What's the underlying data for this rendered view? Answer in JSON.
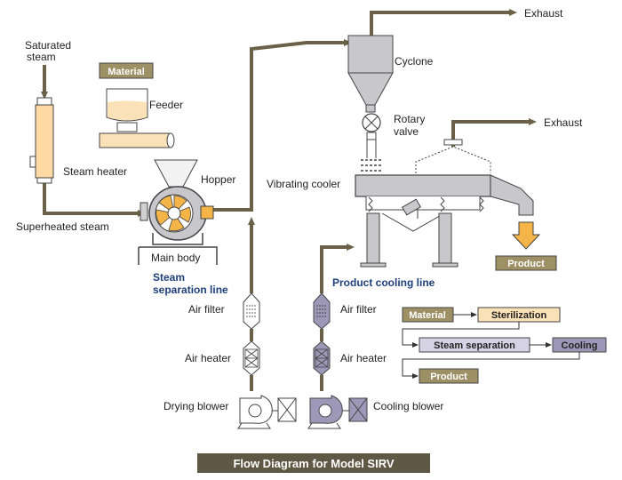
{
  "labels": {
    "saturated_steam": [
      "Saturated",
      "steam"
    ],
    "material_tag": "Material",
    "feeder": "Feeder",
    "steam_heater": "Steam heater",
    "hopper": "Hopper",
    "superheated_steam": "Superheated steam",
    "main_body": "Main body",
    "steam_separation_line": [
      "Steam",
      "separation line"
    ],
    "exhaust_top": "Exhaust",
    "cyclone": "Cyclone",
    "rotary_valve": [
      "Rotary",
      "valve"
    ],
    "exhaust_right": "Exhaust",
    "vibrating_cooler": "Vibrating cooler",
    "product_tag": "Product",
    "product_cooling_line": "Product cooling line",
    "air_filter_left": "Air filter",
    "air_heater_left": "Air heater",
    "drying_blower": "Drying blower",
    "air_filter_right": "Air filter",
    "air_heater_right": "Air heater",
    "cooling_blower": "Cooling blower"
  },
  "process_flow": {
    "material": "Material",
    "sterilization": "Sterilization",
    "steam_separation": "Steam separation",
    "cooling": "Cooling",
    "product": "Product"
  },
  "title": "Flow Diagram for Model SIRV",
  "colors": {
    "pipe": "#6b6149",
    "tan_box": "#9e9065",
    "peach_box": "#fbe1b8",
    "lavender_box": "#d6d4e4",
    "purple_box": "#9e98b8",
    "title_bg": "#5f5845",
    "orange": "#f5b447",
    "heater": "#fdd9a3",
    "equipment_grey": "#c8c8cc"
  }
}
